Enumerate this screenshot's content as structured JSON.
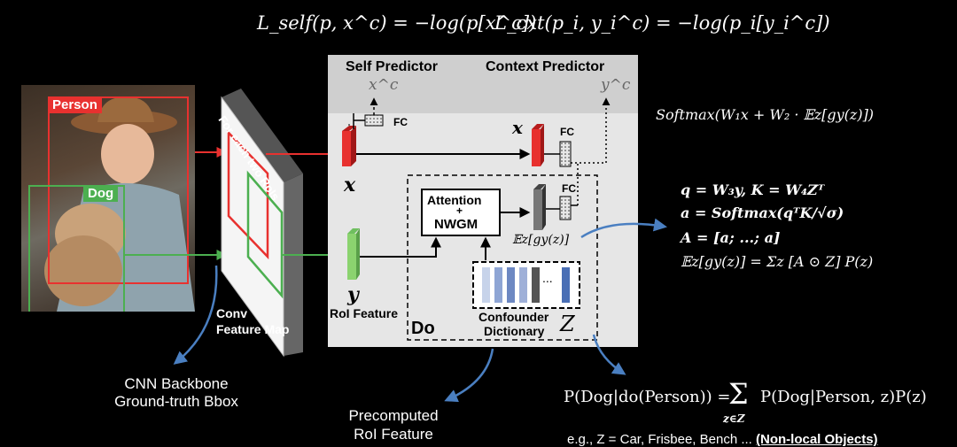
{
  "header": {
    "self_loss": "L_self(p, x^c) = −log(p[x^c])",
    "cxt_loss": "L_cxt(p_i, y_i^c) = −log(p_i[y_i^c])"
  },
  "photo": {
    "box_person": "Person",
    "box_dog": "Dog"
  },
  "feature_map": {
    "tilted_label": "For each two RoIs",
    "caption_line1": "Conv",
    "caption_line2": "Feature Map"
  },
  "backbone": {
    "line1": "CNN Backbone",
    "line2": "Ground-truth Bbox"
  },
  "panel": {
    "self_predictor": "Self Predictor",
    "context_predictor": "Context Predictor",
    "xc": "x^c",
    "yc": "y^c",
    "fc": "FC",
    "x_symbol": "x",
    "y_symbol": "y",
    "roi_feature": "RoI Feature",
    "attention": "Attention",
    "plus": "+",
    "nwgm": "NWGM",
    "expectation": "𝔼z[gy(z)]",
    "dots": "...",
    "confounder_line1": "Confounder",
    "confounder_line2": "Dictionary",
    "z_symbol": "Z",
    "do": "Do"
  },
  "right_equations": {
    "softmax": "Softmax(W₁x + W₂ · 𝔼z[gy(z)])",
    "eq1": "q = W₃y,  K = W₄Zᵀ",
    "eq2": "a = Softmax(qᵀK/√σ)",
    "eq3": "A = [a; ...; a]",
    "eq4": "𝔼z[gy(z)] = Σz [A ⊙ Z] P(z)"
  },
  "bottom": {
    "precomputed_line1": "Precomputed",
    "precomputed_line2": "RoI Feature",
    "causal_lhs": "P(Dog|do(Person)) =",
    "causal_sum": "Σ",
    "causal_sub": "z∈Z",
    "causal_rhs": "P(Dog|Person, z)P(z)",
    "eg_prefix": "e.g., Z = Car, Frisbee, Bench ...",
    "eg_bold": "(Non-local Objects)"
  },
  "colors": {
    "red": "#e8312f",
    "green": "#4caf50",
    "panel_bg": "#e6e6e6",
    "panel_top": "#cfcfcf",
    "arrow_blue": "#4a7fc1"
  }
}
